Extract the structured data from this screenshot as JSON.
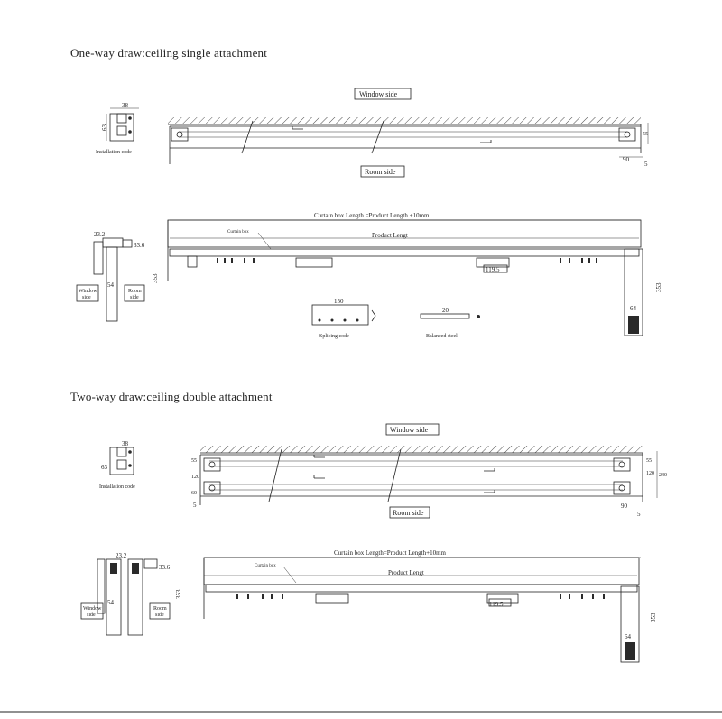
{
  "sections": {
    "one_way_title": "One-way draw:ceiling single attachment",
    "two_way_title": "Two-way draw:ceiling double attachment"
  },
  "labels": {
    "window_side": "Window side",
    "room_side": "Room side",
    "installation_code": "Installation code",
    "curtain_box_length": "Curtain box Length =Product Length +10mm",
    "curtain_box_length_2": "Curtain box Length=Product Length+10mm",
    "product_length": "Product Lengt",
    "curtain_box": "Curtain box",
    "splicing_code": "Splicing code",
    "balanced_steel": "Balanced steel",
    "window_side_small_1": "Window",
    "window_side_small_2": "side",
    "room_side_small_1": "Room",
    "room_side_small_2": "side"
  },
  "dimensions": {
    "d38": "38",
    "d63": "63",
    "d90": "90",
    "d5": "5",
    "d55": "55",
    "d60": "60",
    "d23_2": "23.2",
    "d33_6": "33.6",
    "d54": "54",
    "d353": "353",
    "d64": "64",
    "d119_5": "119.5",
    "d150": "150",
    "d20": "20",
    "d120": "120",
    "d240": "240"
  },
  "colors": {
    "line": "#222222",
    "fill_dark": "#2a2a2a",
    "fill_gray": "#8a8a8a"
  }
}
